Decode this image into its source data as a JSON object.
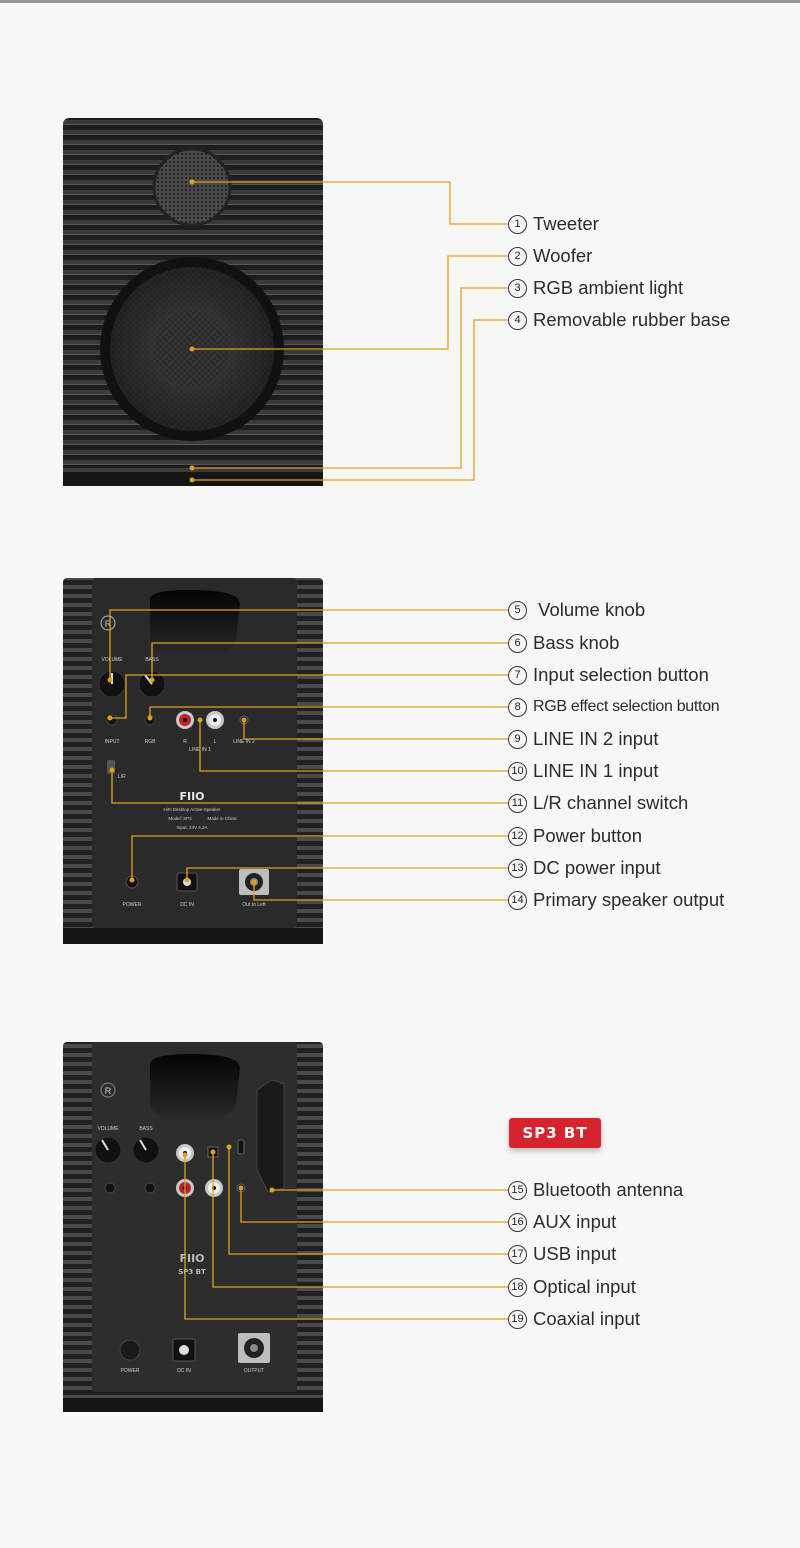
{
  "product_badge": "SP3 BT",
  "callouts": [
    {
      "num": "1",
      "text": "Tweeter"
    },
    {
      "num": "2",
      "text": "Woofer"
    },
    {
      "num": "3",
      "text": "RGB ambient light"
    },
    {
      "num": "4",
      "text": "Removable rubber base"
    },
    {
      "num": "5",
      "text": " Volume knob"
    },
    {
      "num": "6",
      "text": "Bass knob"
    },
    {
      "num": "7",
      "text": "Input selection button"
    },
    {
      "num": "8",
      "text": "RGB effect selection button"
    },
    {
      "num": "9",
      "text": "LINE IN 2 input"
    },
    {
      "num": "10",
      "text": "LINE IN 1 input"
    },
    {
      "num": "11",
      "text": "L/R channel switch"
    },
    {
      "num": "12",
      "text": "Power button"
    },
    {
      "num": "13",
      "text": "DC power input"
    },
    {
      "num": "14",
      "text": "Primary speaker output"
    },
    {
      "num": "15",
      "text": "Bluetooth antenna"
    },
    {
      "num": "16",
      "text": "AUX input"
    },
    {
      "num": "17",
      "text": "USB input"
    },
    {
      "num": "18",
      "text": "Optical input"
    },
    {
      "num": "19",
      "text": "Coaxial input"
    }
  ],
  "panel_sp3": {
    "logo": "FIIO",
    "r_mark": "R",
    "volume": "VOLUME",
    "bass": "BASS",
    "input": "INPUT",
    "rgb": "RGB",
    "line_in_1": "LINE IN 1",
    "line_in_2": "LINE IN 2",
    "r": "R",
    "l": "L",
    "lr": "L/R",
    "power": "POWER",
    "dc_in": "DC IN",
    "out_to_left": "Out to Left",
    "model": "Model: SP3",
    "made_in": "Made in China",
    "rating": "Input: 24V 4.2A",
    "subtitle": "HiFi Desktop Active Speaker"
  },
  "panel_sp3bt": {
    "logo": "FIIO",
    "model_name": "SP3 BT",
    "r_mark": "R",
    "volume": "VOLUME",
    "bass": "BASS",
    "power": "POWER",
    "dc_in": "DC IN",
    "output": "OUTPUT"
  },
  "colors": {
    "leader_line": "#e0a020",
    "badge": "#d5242e",
    "speaker_body": "#1c1c1c"
  }
}
